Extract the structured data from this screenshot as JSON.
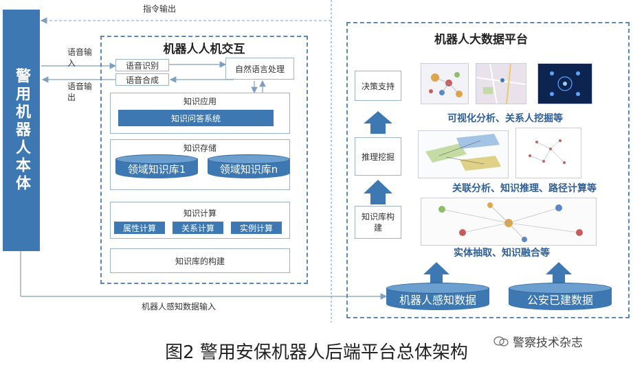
{
  "left": {
    "robot_body": "警用机器人本体"
  },
  "arrows": {
    "command_output": "指令输出",
    "voice_input": "语音输入",
    "voice_output": "语音输出",
    "sensor_input": "机器人感知数据输入"
  },
  "hri": {
    "title": "机器人人机交互",
    "speech_recognition": "语音识别",
    "speech_synthesis": "语音合成",
    "nlp": "自然语言处理",
    "knowledge_app": {
      "label": "知识应用",
      "qa_system": "知识问答系统"
    },
    "knowledge_storage": {
      "label": "知识存储",
      "db1": "领域知识库1",
      "dbn": "领域知识库n"
    },
    "knowledge_compute": {
      "label": "知识计算",
      "items": [
        "属性计算",
        "关系计算",
        "实例计算"
      ]
    },
    "kb_build": "知识库的构建"
  },
  "bigdata": {
    "title": "机器人大数据平台",
    "decision_support": "决策支持",
    "inference_mining": "推理挖掘",
    "kb_construction": "知识库构建",
    "visual_caption": "可视化分析、关系人挖掘等",
    "assoc_caption": "关联分析、知识推理、路径计算等",
    "extract_caption": "实体抽取、知识融合等",
    "sensor_data": "机器人感知数据",
    "police_data": "公安已建数据"
  },
  "caption": "图2  警用安保机器人后端平台总体架构",
  "watermark": "警察技术杂志",
  "colors": {
    "primary_blue": "#3e78b2",
    "dash_blue": "#5b87b4",
    "caption_blue": "#2f5f97"
  }
}
